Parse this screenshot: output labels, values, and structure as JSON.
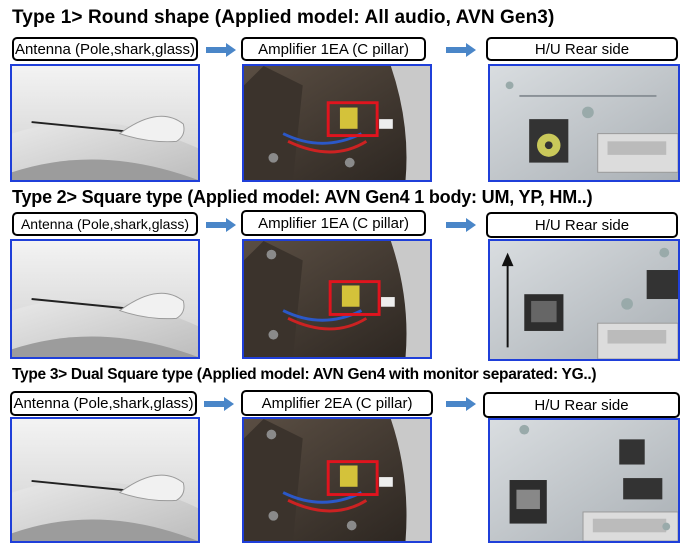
{
  "rows": [
    {
      "title": "Type 1> Round shape (Applied model: All audio, AVN Gen3)",
      "antenna": "Antenna (Pole,shark,glass)",
      "amplifier": "Amplifier 1EA (C pillar)",
      "head_unit": "H/U Rear side"
    },
    {
      "title": "Type 2> Square type (Applied model: AVN Gen4 1 body: UM, YP, HM..)",
      "antenna": "Antenna (Pole,shark,glass)",
      "amplifier": "Amplifier 1EA (C pillar)",
      "head_unit": "H/U Rear side"
    },
    {
      "title": "Type 3> Dual Square type (Applied model: AVN Gen4 with monitor separated: YG..)",
      "antenna": "Antenna (Pole,shark,glass)",
      "amplifier": "Amplifier 2EA (C pillar)",
      "head_unit": "H/U Rear side"
    }
  ],
  "colors": {
    "arrow": "#4a86c8",
    "photo_border": "#1f3fd9",
    "highlight_box": "#e0141e"
  },
  "icons": {
    "flow_arrow": "right-arrow-icon"
  }
}
